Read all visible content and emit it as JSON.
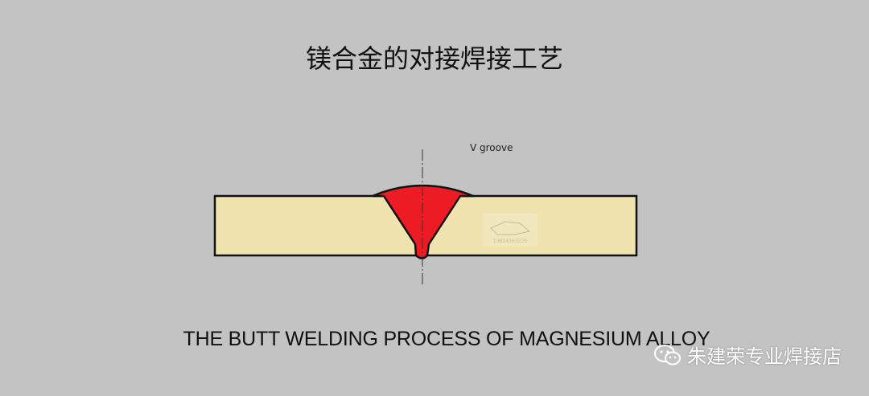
{
  "page": {
    "title": "镁合金的对接焊接工艺",
    "subtitle": "THE BUTT WELDING PROCESS OF MAGNESIUM ALLOY",
    "watermark": "朱建荣专业焊接店"
  },
  "diagram": {
    "callout": "V groove",
    "stamp_text": "13824563220",
    "colors": {
      "background": "#c3c3c3",
      "base_metal": "#efe4b0",
      "weld_bead": "#ed1c24",
      "outline": "#111111"
    }
  }
}
